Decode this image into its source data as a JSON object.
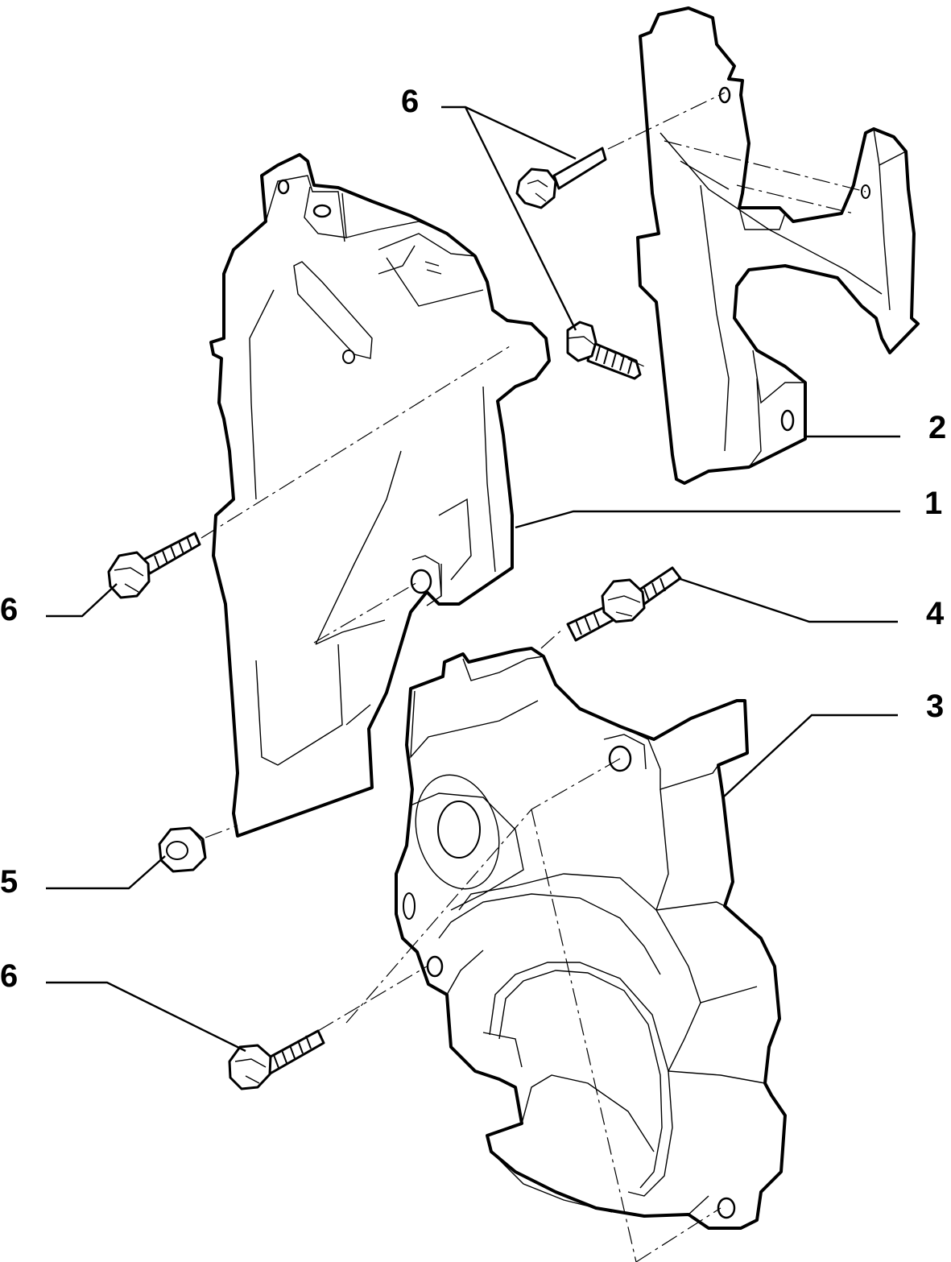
{
  "callouts": {
    "c1": "1",
    "c2": "2",
    "c3": "3",
    "c4": "4",
    "c5": "5",
    "c6_top": "6",
    "c6_left": "6",
    "c6_bottom": "6"
  },
  "colors": {
    "line": "#000000",
    "background": "#ffffff"
  }
}
